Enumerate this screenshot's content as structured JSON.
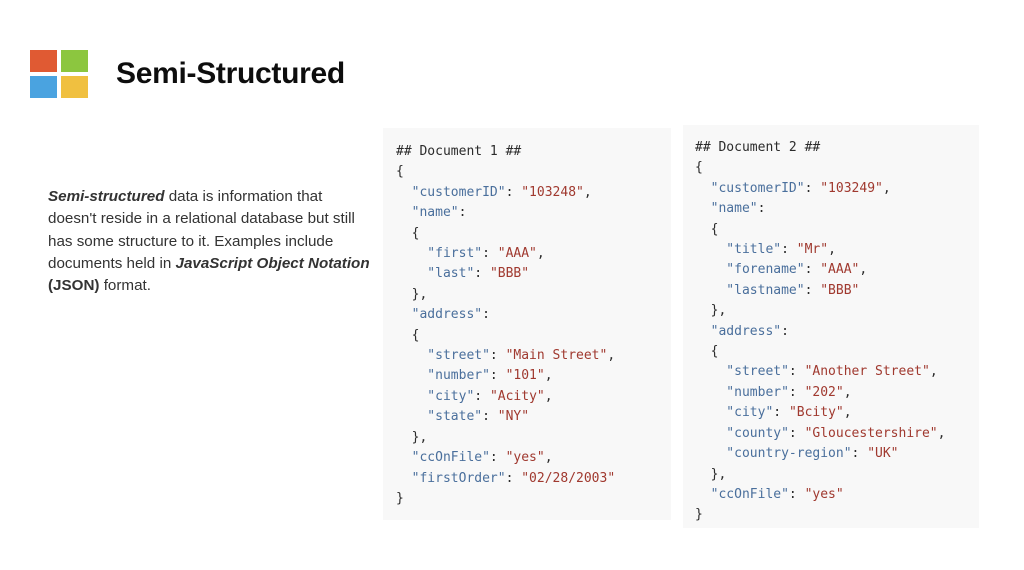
{
  "header": {
    "title": "Semi-Structured",
    "logo": {
      "name": "four-square-logo",
      "colors": [
        "#e05a33",
        "#8cc63f",
        "#4aa3e0",
        "#f0c040"
      ]
    }
  },
  "description": {
    "lead_bold_italic": "Semi-structured",
    "text_part1": " data is information that doesn't reside in a relational database but still has some structure to it. Examples include documents held in ",
    "emphasis_bold_italic": "JavaScript Object Notation",
    "acronym_bold": "(JSON)",
    "text_part2": " format."
  },
  "colors": {
    "page_background": "#ffffff",
    "panel_background": "#f8f8f8",
    "json_key": "#4a6f9c",
    "json_value": "#a0392f",
    "json_punct": "#2b2b2b",
    "title_text": "#0d0d0d",
    "body_text": "#333333"
  },
  "code_panels": [
    {
      "id": "doc1",
      "heading": "## Document 1 ##",
      "lines": [
        [
          {
            "t": "head",
            "s": "## Document 1 ##"
          }
        ],
        [
          {
            "t": "punct",
            "s": "{"
          }
        ],
        [
          {
            "t": "key",
            "s": "  \"customerID\""
          },
          {
            "t": "punct",
            "s": ": "
          },
          {
            "t": "val",
            "s": "\"103248\""
          },
          {
            "t": "punct",
            "s": ","
          }
        ],
        [
          {
            "t": "key",
            "s": "  \"name\""
          },
          {
            "t": "punct",
            "s": ":"
          }
        ],
        [
          {
            "t": "punct",
            "s": "  {"
          }
        ],
        [
          {
            "t": "key",
            "s": "    \"first\""
          },
          {
            "t": "punct",
            "s": ": "
          },
          {
            "t": "val",
            "s": "\"AAA\""
          },
          {
            "t": "punct",
            "s": ","
          }
        ],
        [
          {
            "t": "key",
            "s": "    \"last\""
          },
          {
            "t": "punct",
            "s": ": "
          },
          {
            "t": "val",
            "s": "\"BBB\""
          }
        ],
        [
          {
            "t": "punct",
            "s": "  },"
          }
        ],
        [
          {
            "t": "key",
            "s": "  \"address\""
          },
          {
            "t": "punct",
            "s": ":"
          }
        ],
        [
          {
            "t": "punct",
            "s": "  {"
          }
        ],
        [
          {
            "t": "key",
            "s": "    \"street\""
          },
          {
            "t": "punct",
            "s": ": "
          },
          {
            "t": "val",
            "s": "\"Main Street\""
          },
          {
            "t": "punct",
            "s": ","
          }
        ],
        [
          {
            "t": "key",
            "s": "    \"number\""
          },
          {
            "t": "punct",
            "s": ": "
          },
          {
            "t": "val",
            "s": "\"101\""
          },
          {
            "t": "punct",
            "s": ","
          }
        ],
        [
          {
            "t": "key",
            "s": "    \"city\""
          },
          {
            "t": "punct",
            "s": ": "
          },
          {
            "t": "val",
            "s": "\"Acity\""
          },
          {
            "t": "punct",
            "s": ","
          }
        ],
        [
          {
            "t": "key",
            "s": "    \"state\""
          },
          {
            "t": "punct",
            "s": ": "
          },
          {
            "t": "val",
            "s": "\"NY\""
          }
        ],
        [
          {
            "t": "punct",
            "s": "  },"
          }
        ],
        [
          {
            "t": "key",
            "s": "  \"ccOnFile\""
          },
          {
            "t": "punct",
            "s": ": "
          },
          {
            "t": "val",
            "s": "\"yes\""
          },
          {
            "t": "punct",
            "s": ","
          }
        ],
        [
          {
            "t": "key",
            "s": "  \"firstOrder\""
          },
          {
            "t": "punct",
            "s": ": "
          },
          {
            "t": "val",
            "s": "\"02/28/2003\""
          }
        ],
        [
          {
            "t": "punct",
            "s": "}"
          }
        ]
      ]
    },
    {
      "id": "doc2",
      "heading": "## Document 2 ##",
      "lines": [
        [
          {
            "t": "head",
            "s": "## Document 2 ##"
          }
        ],
        [
          {
            "t": "punct",
            "s": "{"
          }
        ],
        [
          {
            "t": "key",
            "s": "  \"customerID\""
          },
          {
            "t": "punct",
            "s": ": "
          },
          {
            "t": "val",
            "s": "\"103249\""
          },
          {
            "t": "punct",
            "s": ","
          }
        ],
        [
          {
            "t": "key",
            "s": "  \"name\""
          },
          {
            "t": "punct",
            "s": ":"
          }
        ],
        [
          {
            "t": "punct",
            "s": "  {"
          }
        ],
        [
          {
            "t": "key",
            "s": "    \"title\""
          },
          {
            "t": "punct",
            "s": ": "
          },
          {
            "t": "val",
            "s": "\"Mr\""
          },
          {
            "t": "punct",
            "s": ","
          }
        ],
        [
          {
            "t": "key",
            "s": "    \"forename\""
          },
          {
            "t": "punct",
            "s": ": "
          },
          {
            "t": "val",
            "s": "\"AAA\""
          },
          {
            "t": "punct",
            "s": ","
          }
        ],
        [
          {
            "t": "key",
            "s": "    \"lastname\""
          },
          {
            "t": "punct",
            "s": ": "
          },
          {
            "t": "val",
            "s": "\"BBB\""
          }
        ],
        [
          {
            "t": "punct",
            "s": "  },"
          }
        ],
        [
          {
            "t": "key",
            "s": "  \"address\""
          },
          {
            "t": "punct",
            "s": ":"
          }
        ],
        [
          {
            "t": "punct",
            "s": "  {"
          }
        ],
        [
          {
            "t": "key",
            "s": "    \"street\""
          },
          {
            "t": "punct",
            "s": ": "
          },
          {
            "t": "val",
            "s": "\"Another Street\""
          },
          {
            "t": "punct",
            "s": ","
          }
        ],
        [
          {
            "t": "key",
            "s": "    \"number\""
          },
          {
            "t": "punct",
            "s": ": "
          },
          {
            "t": "val",
            "s": "\"202\""
          },
          {
            "t": "punct",
            "s": ","
          }
        ],
        [
          {
            "t": "key",
            "s": "    \"city\""
          },
          {
            "t": "punct",
            "s": ": "
          },
          {
            "t": "val",
            "s": "\"Bcity\""
          },
          {
            "t": "punct",
            "s": ","
          }
        ],
        [
          {
            "t": "key",
            "s": "    \"county\""
          },
          {
            "t": "punct",
            "s": ": "
          },
          {
            "t": "val",
            "s": "\"Gloucestershire\""
          },
          {
            "t": "punct",
            "s": ","
          }
        ],
        [
          {
            "t": "key",
            "s": "    \"country-region\""
          },
          {
            "t": "punct",
            "s": ": "
          },
          {
            "t": "val",
            "s": "\"UK\""
          }
        ],
        [
          {
            "t": "punct",
            "s": "  },"
          }
        ],
        [
          {
            "t": "key",
            "s": "  \"ccOnFile\""
          },
          {
            "t": "punct",
            "s": ": "
          },
          {
            "t": "val",
            "s": "\"yes\""
          }
        ],
        [
          {
            "t": "punct",
            "s": "}"
          }
        ]
      ]
    }
  ]
}
